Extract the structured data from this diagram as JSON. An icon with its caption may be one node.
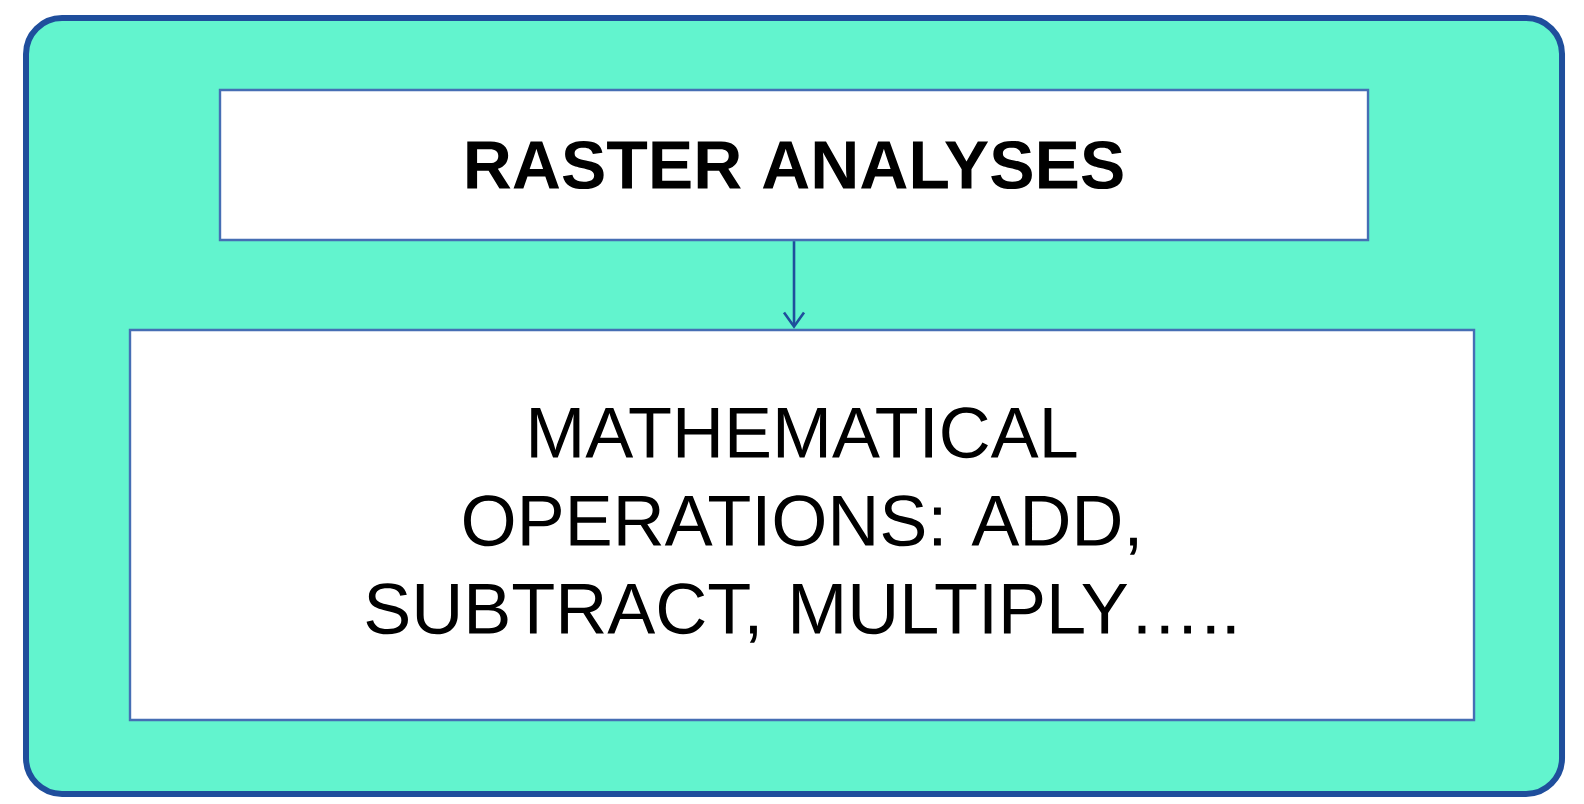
{
  "diagram": {
    "nodes": [
      {
        "text": [],
        "shape": "box"
      },
      {
        "text": [
          "RASTER ANALYSES"
        ],
        "in": 0
      },
      {
        "text": [
          "MATHEMATICAL OPERATIONS: ADD, SUBTRACT, MULTIPLY….."
        ],
        "in": 0
      }
    ],
    "edges": [
      {
        "from": 1,
        "to": 2,
        "arrow": "to"
      }
    ]
  }
}
